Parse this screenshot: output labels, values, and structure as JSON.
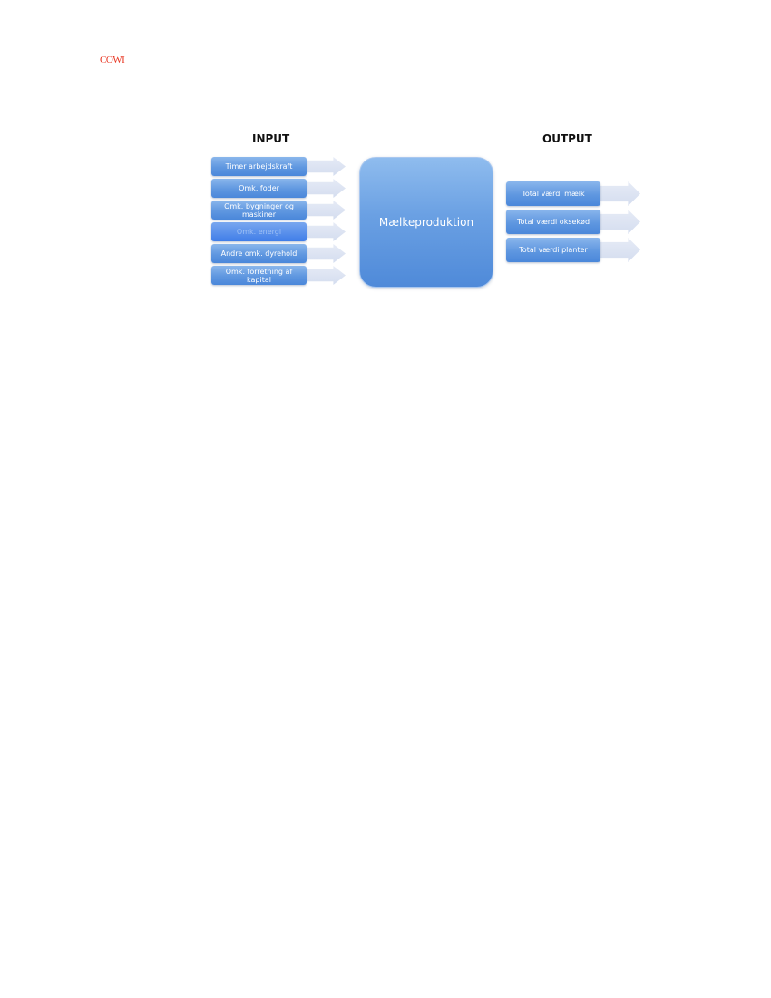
{
  "header": {
    "logo_text": "COWI"
  },
  "diagram": {
    "input_title": "INPUT",
    "output_title": "OUTPUT",
    "center_label": "Mælkeproduktion",
    "inputs": [
      {
        "label": "Timer arbejdskraft"
      },
      {
        "label": "Omk. foder"
      },
      {
        "label": "Omk. bygninger og maskiner"
      },
      {
        "label": "Omk. energi"
      },
      {
        "label": "Andre omk. dyrehold"
      },
      {
        "label": "Omk. forretning af kapital"
      }
    ],
    "outputs": [
      {
        "label": "Total værdi mælk"
      },
      {
        "label": "Total værdi oksekød"
      },
      {
        "label": "Total værdi planter"
      }
    ]
  },
  "colors": {
    "logo": "#e8331f",
    "box_blue": "#5f97e0",
    "arrow": "#dbe3f2"
  }
}
